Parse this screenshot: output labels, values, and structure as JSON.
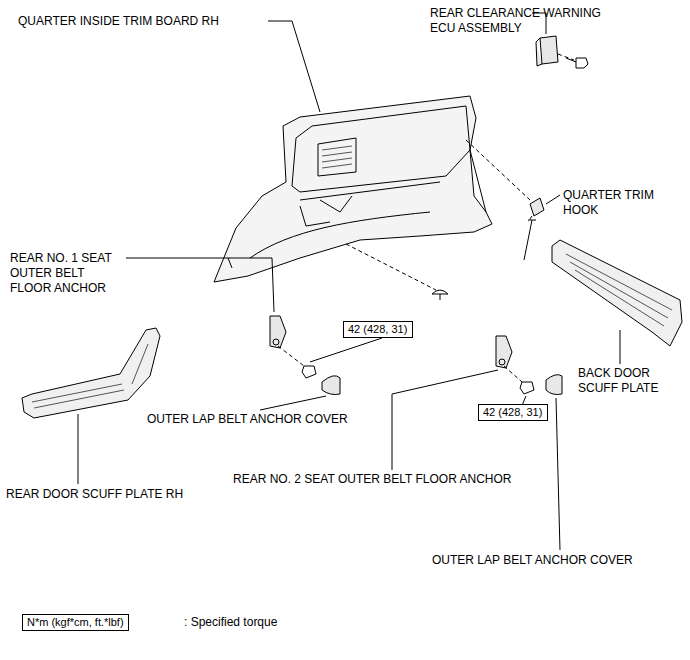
{
  "diagram": {
    "nodes": [
      {
        "text": [
          "42 (428, 31)"
        ]
      },
      {
        "text": [
          "42 (428, 31)"
        ]
      },
      {
        "text": [
          "N*m (kgf*cm, ft.*lbf)"
        ]
      }
    ],
    "labels": [
      "QUARTER INSIDE TRIM BOARD RH",
      "REAR CLEARANCE WARNING ECU ASSEMBLY",
      "QUARTER TRIM HOOK",
      "REAR NO. 1 SEAT OUTER BELT FLOOR ANCHOR",
      "OUTER LAP BELT ANCHOR COVER",
      "BACK DOOR SCUFF PLATE",
      "REAR NO. 2 SEAT OUTER BELT FLOOR ANCHOR",
      "REAR DOOR SCUFF PLATE RH",
      "OUTER LAP BELT ANCHOR COVER",
      ": Specified torque"
    ]
  }
}
